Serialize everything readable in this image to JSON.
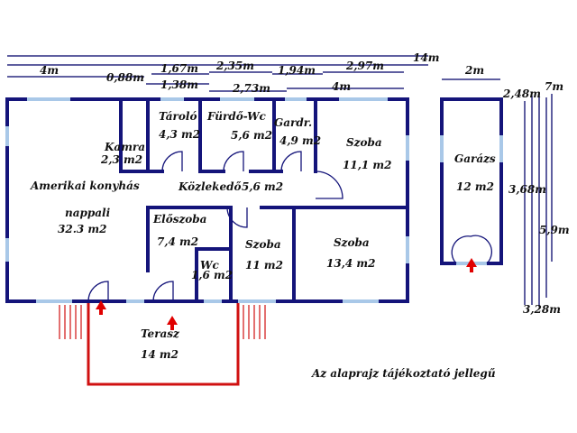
{
  "rooms": {
    "living": {
      "name1": "Amerikai konyhás",
      "name2": "nappali",
      "area": "32.3 m2"
    },
    "pantry": {
      "name": "Kamra",
      "area": "2,3 m2"
    },
    "storage": {
      "name": "Tároló",
      "area": "4,3 m2"
    },
    "bath": {
      "name": "Fürdő-Wc",
      "area": "5,6 m2"
    },
    "wardrobe": {
      "name": "Gardr.",
      "area": "4,9 m2"
    },
    "room_ne": {
      "name": "Szoba",
      "area": "11,1 m2"
    },
    "corridor": {
      "name": "Közlekedő",
      "area": "5,6 m2"
    },
    "hall": {
      "name": "Előszoba",
      "area": "7,4 m2"
    },
    "wc": {
      "name": "Wc",
      "area": "1,6 m2"
    },
    "room_mid": {
      "name": "Szoba",
      "area": "11 m2"
    },
    "room_se": {
      "name": "Szoba",
      "area": "13,4 m2"
    },
    "garage": {
      "name": "Garázs",
      "area": "12 m2"
    },
    "terrace": {
      "name": "Terasz",
      "area": "14 m2"
    }
  },
  "dimensions": {
    "d_4m_left": "4m",
    "d_088": "0,88m",
    "d_167": "1,67m",
    "d_138": "1,38m",
    "d_235": "2,35m",
    "d_273": "2,73m",
    "d_194": "1,94m",
    "d_297": "2,97m",
    "d_4m_right": "4m",
    "d_14m": "14m",
    "d_2m": "2m",
    "d_248": "2,48m",
    "d_7m": "7m",
    "d_368": "3,68m",
    "d_59": "5,9m",
    "d_328": "3,28m"
  },
  "note": "Az alaprajz tájékoztató jellegű",
  "colors": {
    "wall": "#14147a",
    "window": "#a9c8e8",
    "terrace": "#d01010",
    "entry_arrow": "#e00000"
  }
}
